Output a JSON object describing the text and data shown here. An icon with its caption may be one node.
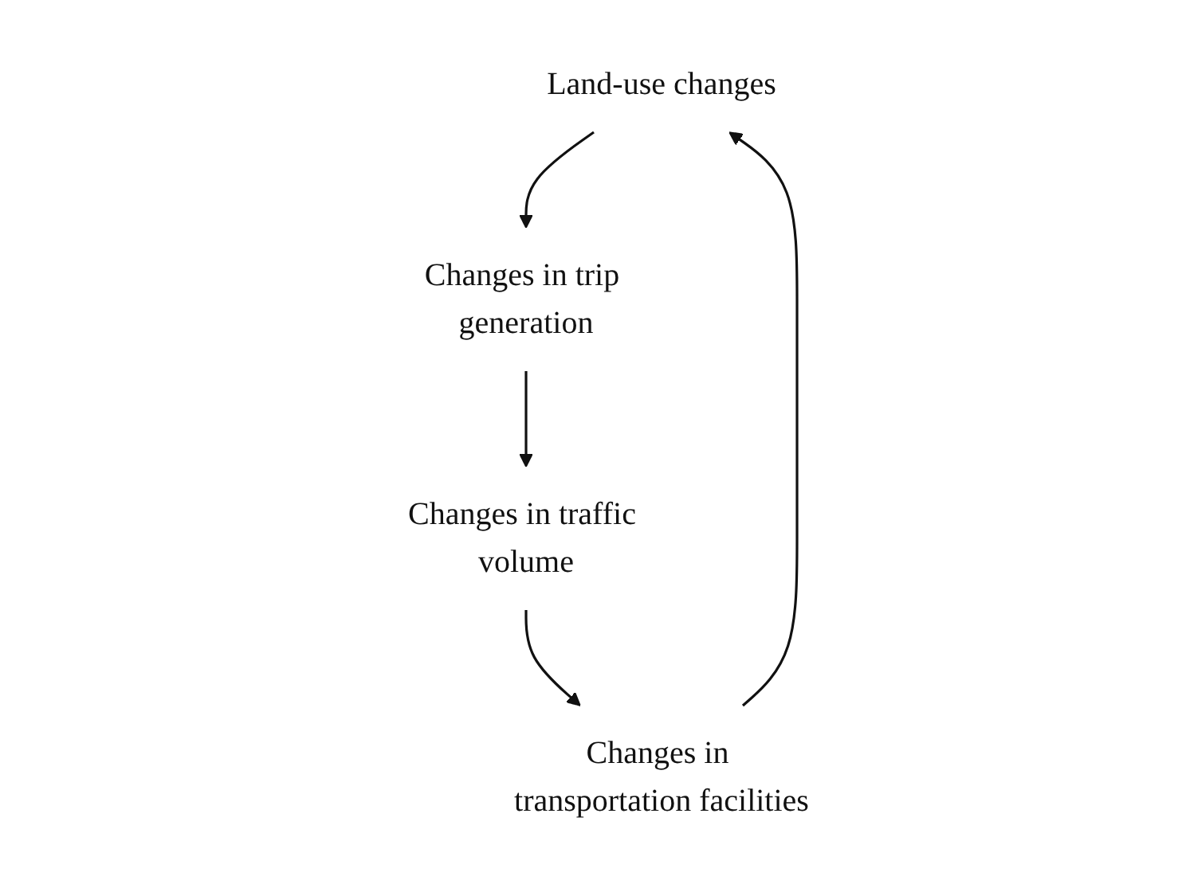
{
  "diagram": {
    "nodes": [
      {
        "text": [
          "Land-use changes"
        ]
      },
      {
        "text": [
          "Changes in trip generation"
        ]
      },
      {
        "text": [
          "Changes in traffic volume"
        ]
      },
      {
        "text": [
          "Changes in transportation facilities"
        ]
      }
    ],
    "edges": [
      {
        "from": 0,
        "to": 1,
        "arrow": "to"
      },
      {
        "from": 1,
        "to": 2,
        "arrow": "to"
      },
      {
        "from": 2,
        "to": 3,
        "arrow": "to"
      },
      {
        "from": 3,
        "to": 0,
        "arrow": "to"
      }
    ]
  }
}
